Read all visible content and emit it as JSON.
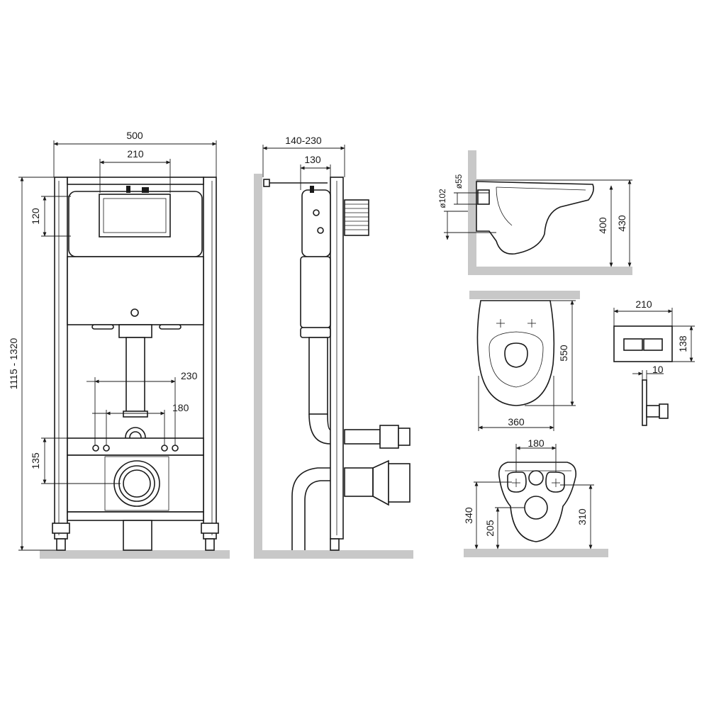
{
  "dimensions": {
    "frame_width": "500",
    "button_plate_width": "210",
    "height_range": "1115 - 1320",
    "top_offset": "120",
    "bolt_spacing_outer": "230",
    "bolt_spacing_inner": "180",
    "drain_height": "135",
    "depth_range": "140-230",
    "depth_min": "130",
    "pipe_dia_55": "ø55",
    "pipe_dia_102": "ø102",
    "bowl_height_400": "400",
    "bowl_height_430": "430",
    "bowl_length": "550",
    "bowl_width": "360",
    "plate_width": "210",
    "plate_height": "138",
    "plate_depth": "10",
    "rear_bolt_spacing": "180",
    "rear_height_340": "340",
    "rear_height_205": "205",
    "rear_height_310": "310"
  },
  "colors": {
    "line": "#1a1a1a",
    "floor": "#c8c8c8",
    "background": "#ffffff"
  }
}
